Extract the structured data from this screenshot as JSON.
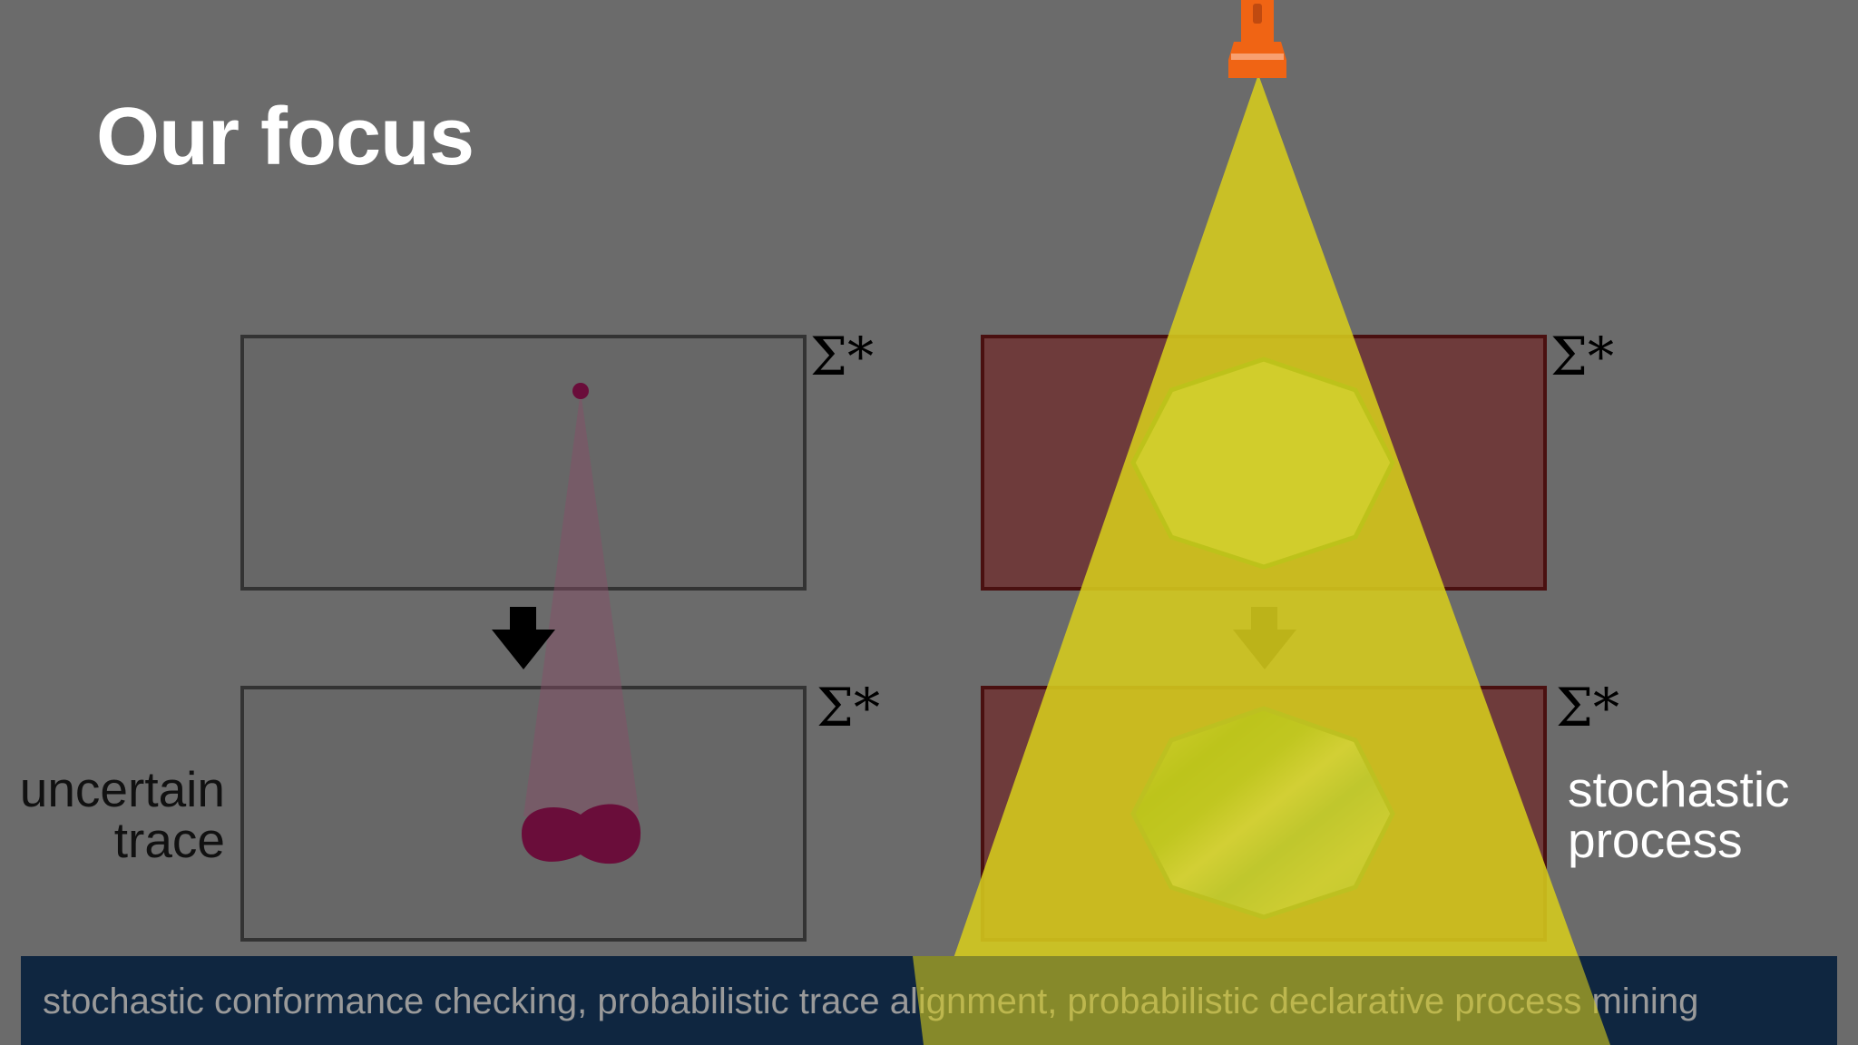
{
  "slide": {
    "title": "Our focus",
    "left_label": "uncertain trace",
    "right_label": "stochastic process",
    "sigma_label": "Σ*",
    "banner_text": "stochastic conformance checking, probabilistic trace alignment, probabilistic declarative process mining"
  },
  "colors": {
    "background": "#6b6b6b",
    "banner": "#0f2640",
    "spotlight": "#d6cc1c",
    "flashlight": "#f06414",
    "box_red": "#6e3b3b",
    "trace_blob": "#6a0d3a",
    "process_fill": "#a8d69a",
    "process_border": "#0a7a0a"
  },
  "icons": {
    "flashlight": "flashlight-icon",
    "arrow": "arrow-down-icon"
  }
}
